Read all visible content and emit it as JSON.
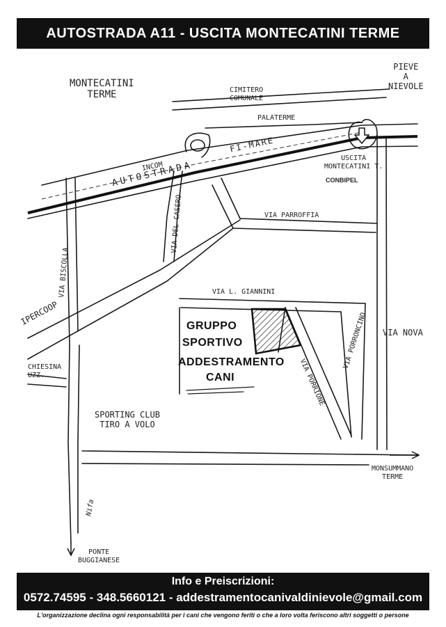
{
  "header": {
    "title": "AUTOSTRADA A11 - USCITA MONTECATINI TERME"
  },
  "map": {
    "places": {
      "montecatini": [
        "MONTECATINI",
        "TERME"
      ],
      "pieve": [
        "PIEVE",
        "A",
        "NIEVOLE"
      ],
      "monsummano": [
        "MONSUMMANO",
        "TERME"
      ],
      "ponte": [
        "PONTE",
        "BUGGIANESE"
      ],
      "sporting": [
        "SPORTING CLUB",
        "TIRO A VOLO"
      ],
      "uscita": [
        "USCITA",
        "MONTECATINI T."
      ]
    },
    "roads": {
      "cimitero": [
        "CIMITERO",
        "COMUNALE"
      ],
      "palaterme": "PALATERME",
      "autostrada": "AUTOSTRADA",
      "fimare": "FI-MARE",
      "incom": "INCOM",
      "conbipel": "CONBIPEL",
      "via_parroffia": "VIA PARROFFIA",
      "via_casero": "VIA DEL CASERO",
      "via_biscolla": "VIA BISCOLLA",
      "ipercoop": "IPERCOOP",
      "via_giannini": "VIA L. GIANNINI",
      "via_nova": "VIA NOVA",
      "via_porrione": "VIA PORRIONE",
      "via_porroncino": "VIA PORRONCINO",
      "left_partial": [
        "CHIESINA",
        "UZZ."
      ],
      "signature": "Nifa"
    },
    "venue": {
      "line1": "GRUPPO",
      "line2": "SPORTIVO",
      "line3": "ADDESTRAMENTO",
      "line4": "CANI"
    }
  },
  "footer": {
    "title": "Info e Preiscrizioni:",
    "contacts": "0572.74595 - 348.5660121 - addestramentocanivaldinievole@gmail.com",
    "disclaimer": "L'organizzazione declina ogni responsabilità per i cani che vengono feriti o che a loro volta feriscono altri soggetti o persone"
  }
}
